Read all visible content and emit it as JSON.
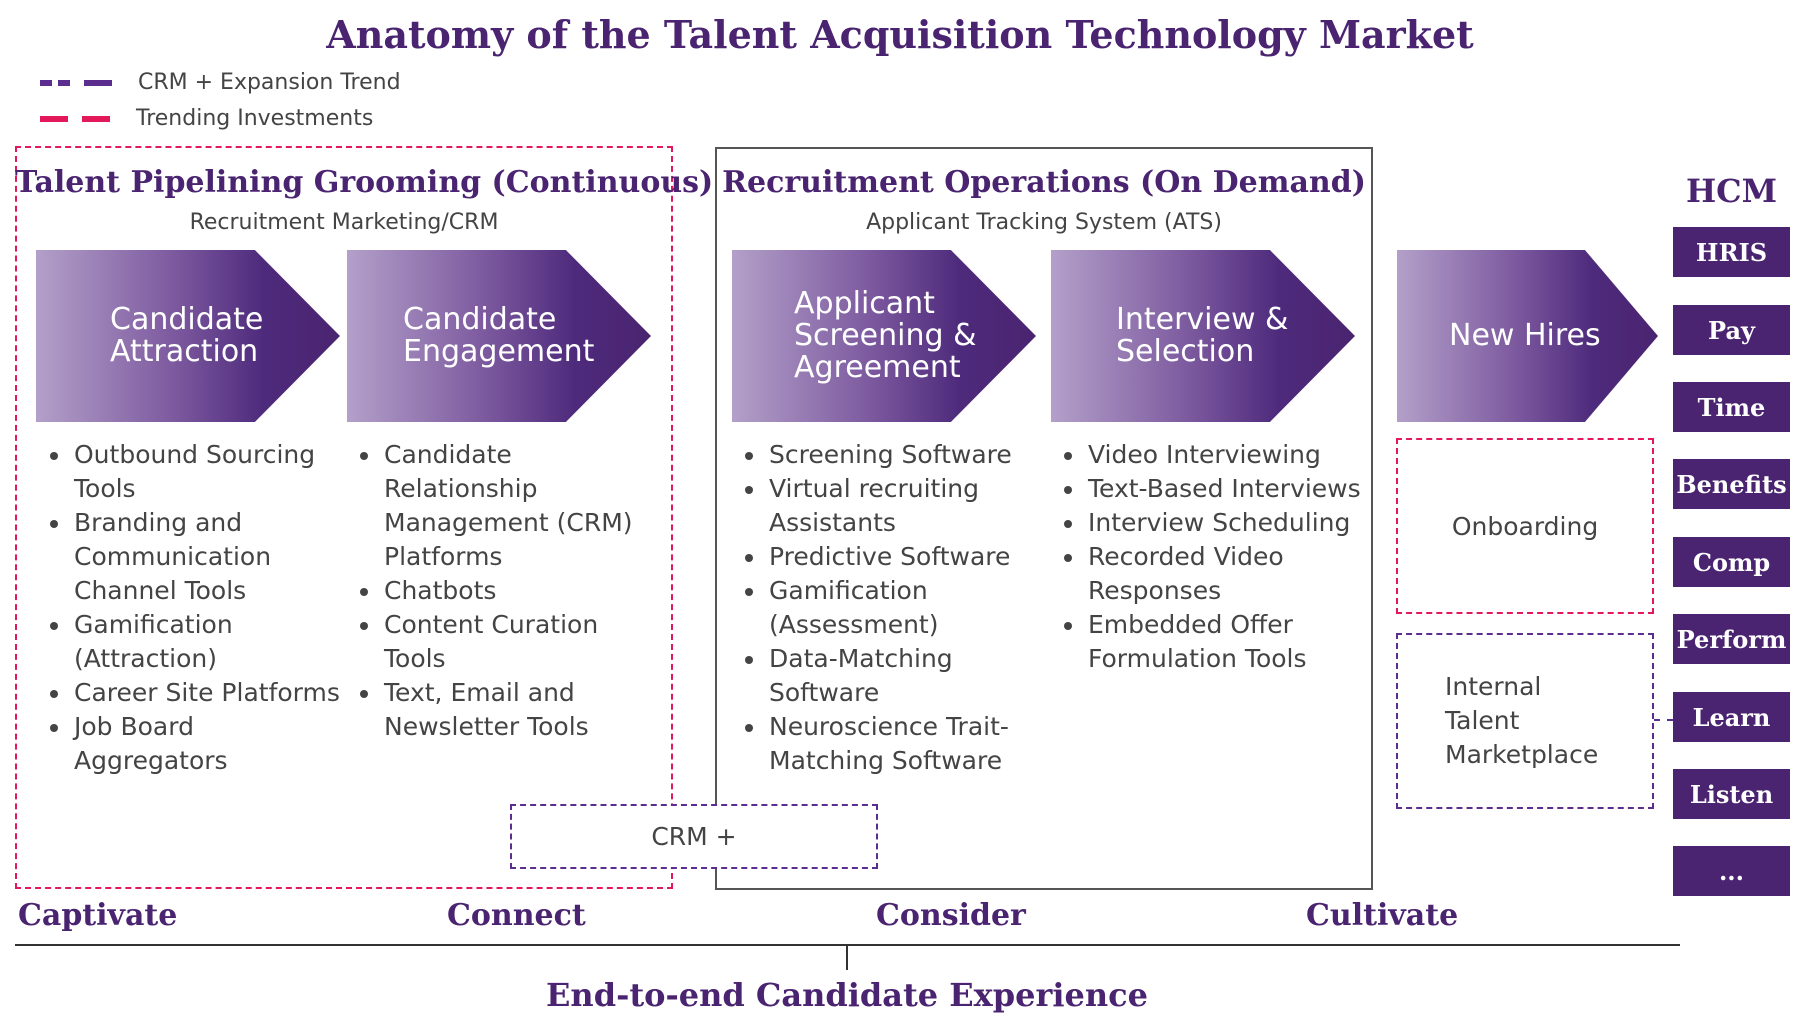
{
  "title": "Anatomy of the Talent Acquisition Technology Market",
  "legend": [
    {
      "label": "CRM + Expansion Trend",
      "color": "#5b2d8e"
    },
    {
      "label": "Trending Investments",
      "color": "#e2185b"
    }
  ],
  "pipelining": {
    "title": "Talent Pipelining Grooming (Continuous)",
    "subtitle": "Recruitment Marketing/CRM",
    "stages": [
      {
        "label": "Candidate\nAttraction",
        "items": [
          "Outbound Sourcing Tools",
          "Branding and Communication Channel Tools",
          "Gamification (Attraction)",
          "Career Site Platforms",
          "Job Board Aggregators"
        ]
      },
      {
        "label": "Candidate\nEngagement",
        "items": [
          "Candidate Relationship Management (CRM) Platforms",
          "Chatbots",
          "Content Curation Tools",
          "Text, Email and Newsletter Tools"
        ]
      }
    ]
  },
  "operations": {
    "title": "Recruitment Operations (On Demand)",
    "subtitle": "Applicant Tracking System (ATS)",
    "stages": [
      {
        "label": "Applicant\nScreening &\nAgreement",
        "items": [
          "Screening Software",
          "Virtual recruiting Assistants",
          "Predictive Software",
          "Gamification (Assessment)",
          "Data-Matching Software",
          "Neuroscience Trait-Matching Software"
        ]
      },
      {
        "label": "Interview &\nSelection",
        "items": [
          "Video Interviewing",
          "Text-Based Interviews",
          "Interview Scheduling",
          "Recorded Video Responses",
          "Embedded Offer Formulation Tools"
        ]
      }
    ]
  },
  "new_hires": {
    "label": "New Hires",
    "onboarding": "Onboarding",
    "marketplace": "Internal\nTalent\nMarketplace"
  },
  "crm_plus": "CRM +",
  "hcm": {
    "title": "HCM",
    "items": [
      "HRIS",
      "Pay",
      "Time",
      "Benefits",
      "Comp",
      "Perform",
      "Learn",
      "Listen",
      "..."
    ]
  },
  "phases": [
    "Captivate",
    "Connect",
    "Consider",
    "Cultivate"
  ],
  "footer": "End-to-end Candidate Experience"
}
